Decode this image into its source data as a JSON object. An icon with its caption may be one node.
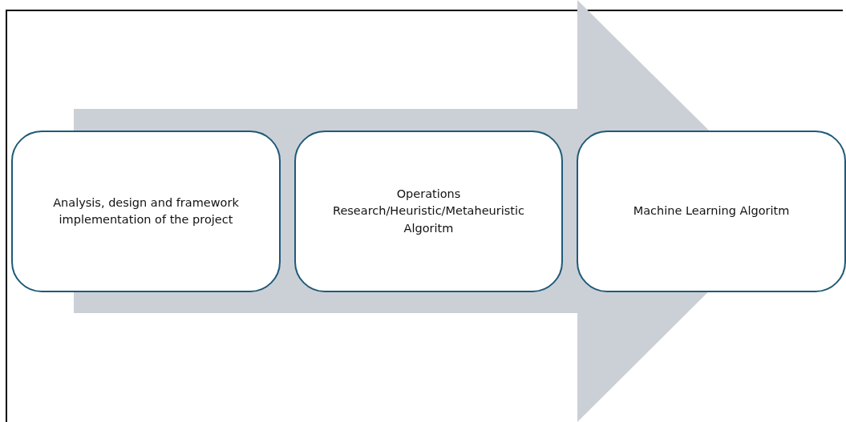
{
  "diagram": {
    "nodes": [
      {
        "text": [
          "Analysis, design and framework implementation of the project"
        ]
      },
      {
        "text": [
          "Operations Research/Heuristic/Metaheuristic Algoritm"
        ]
      },
      {
        "text": [
          "Machine Learning Algoritm"
        ]
      }
    ],
    "edges": [
      {
        "from": 0,
        "to": 2,
        "arrow": "to"
      }
    ]
  }
}
